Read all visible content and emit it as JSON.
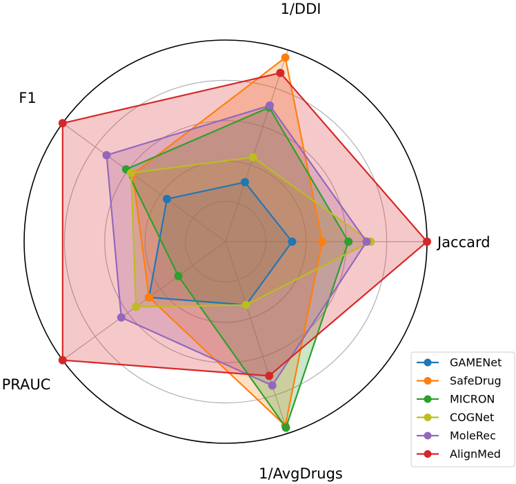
{
  "chart_data": {
    "type": "radar",
    "axes": [
      "Jaccard",
      "1/DDI",
      "F1",
      "PRAUC",
      "1/AvgDrugs"
    ],
    "rlim": [
      0,
      1
    ],
    "grid": true,
    "legend_position": "lower-right",
    "series": [
      {
        "name": "GAMENet",
        "color": "#1f77b4",
        "values": [
          0.33,
          0.31,
          0.36,
          0.47,
          0.33
        ]
      },
      {
        "name": "SafeDrug",
        "color": "#ff7f0e",
        "values": [
          0.48,
          0.96,
          0.57,
          0.47,
          0.96
        ]
      },
      {
        "name": "MICRON",
        "color": "#2ca02c",
        "values": [
          0.61,
          0.7,
          0.61,
          0.29,
          0.97
        ]
      },
      {
        "name": "COGNet",
        "color": "#bcbd22",
        "values": [
          0.72,
          0.44,
          0.58,
          0.55,
          0.33
        ]
      },
      {
        "name": "MoleRec",
        "color": "#9467bd",
        "values": [
          0.7,
          0.71,
          0.73,
          0.64,
          0.75
        ]
      },
      {
        "name": "AlignMed",
        "color": "#d62728",
        "values": [
          1.0,
          0.88,
          1.0,
          1.0,
          0.7
        ]
      }
    ]
  }
}
